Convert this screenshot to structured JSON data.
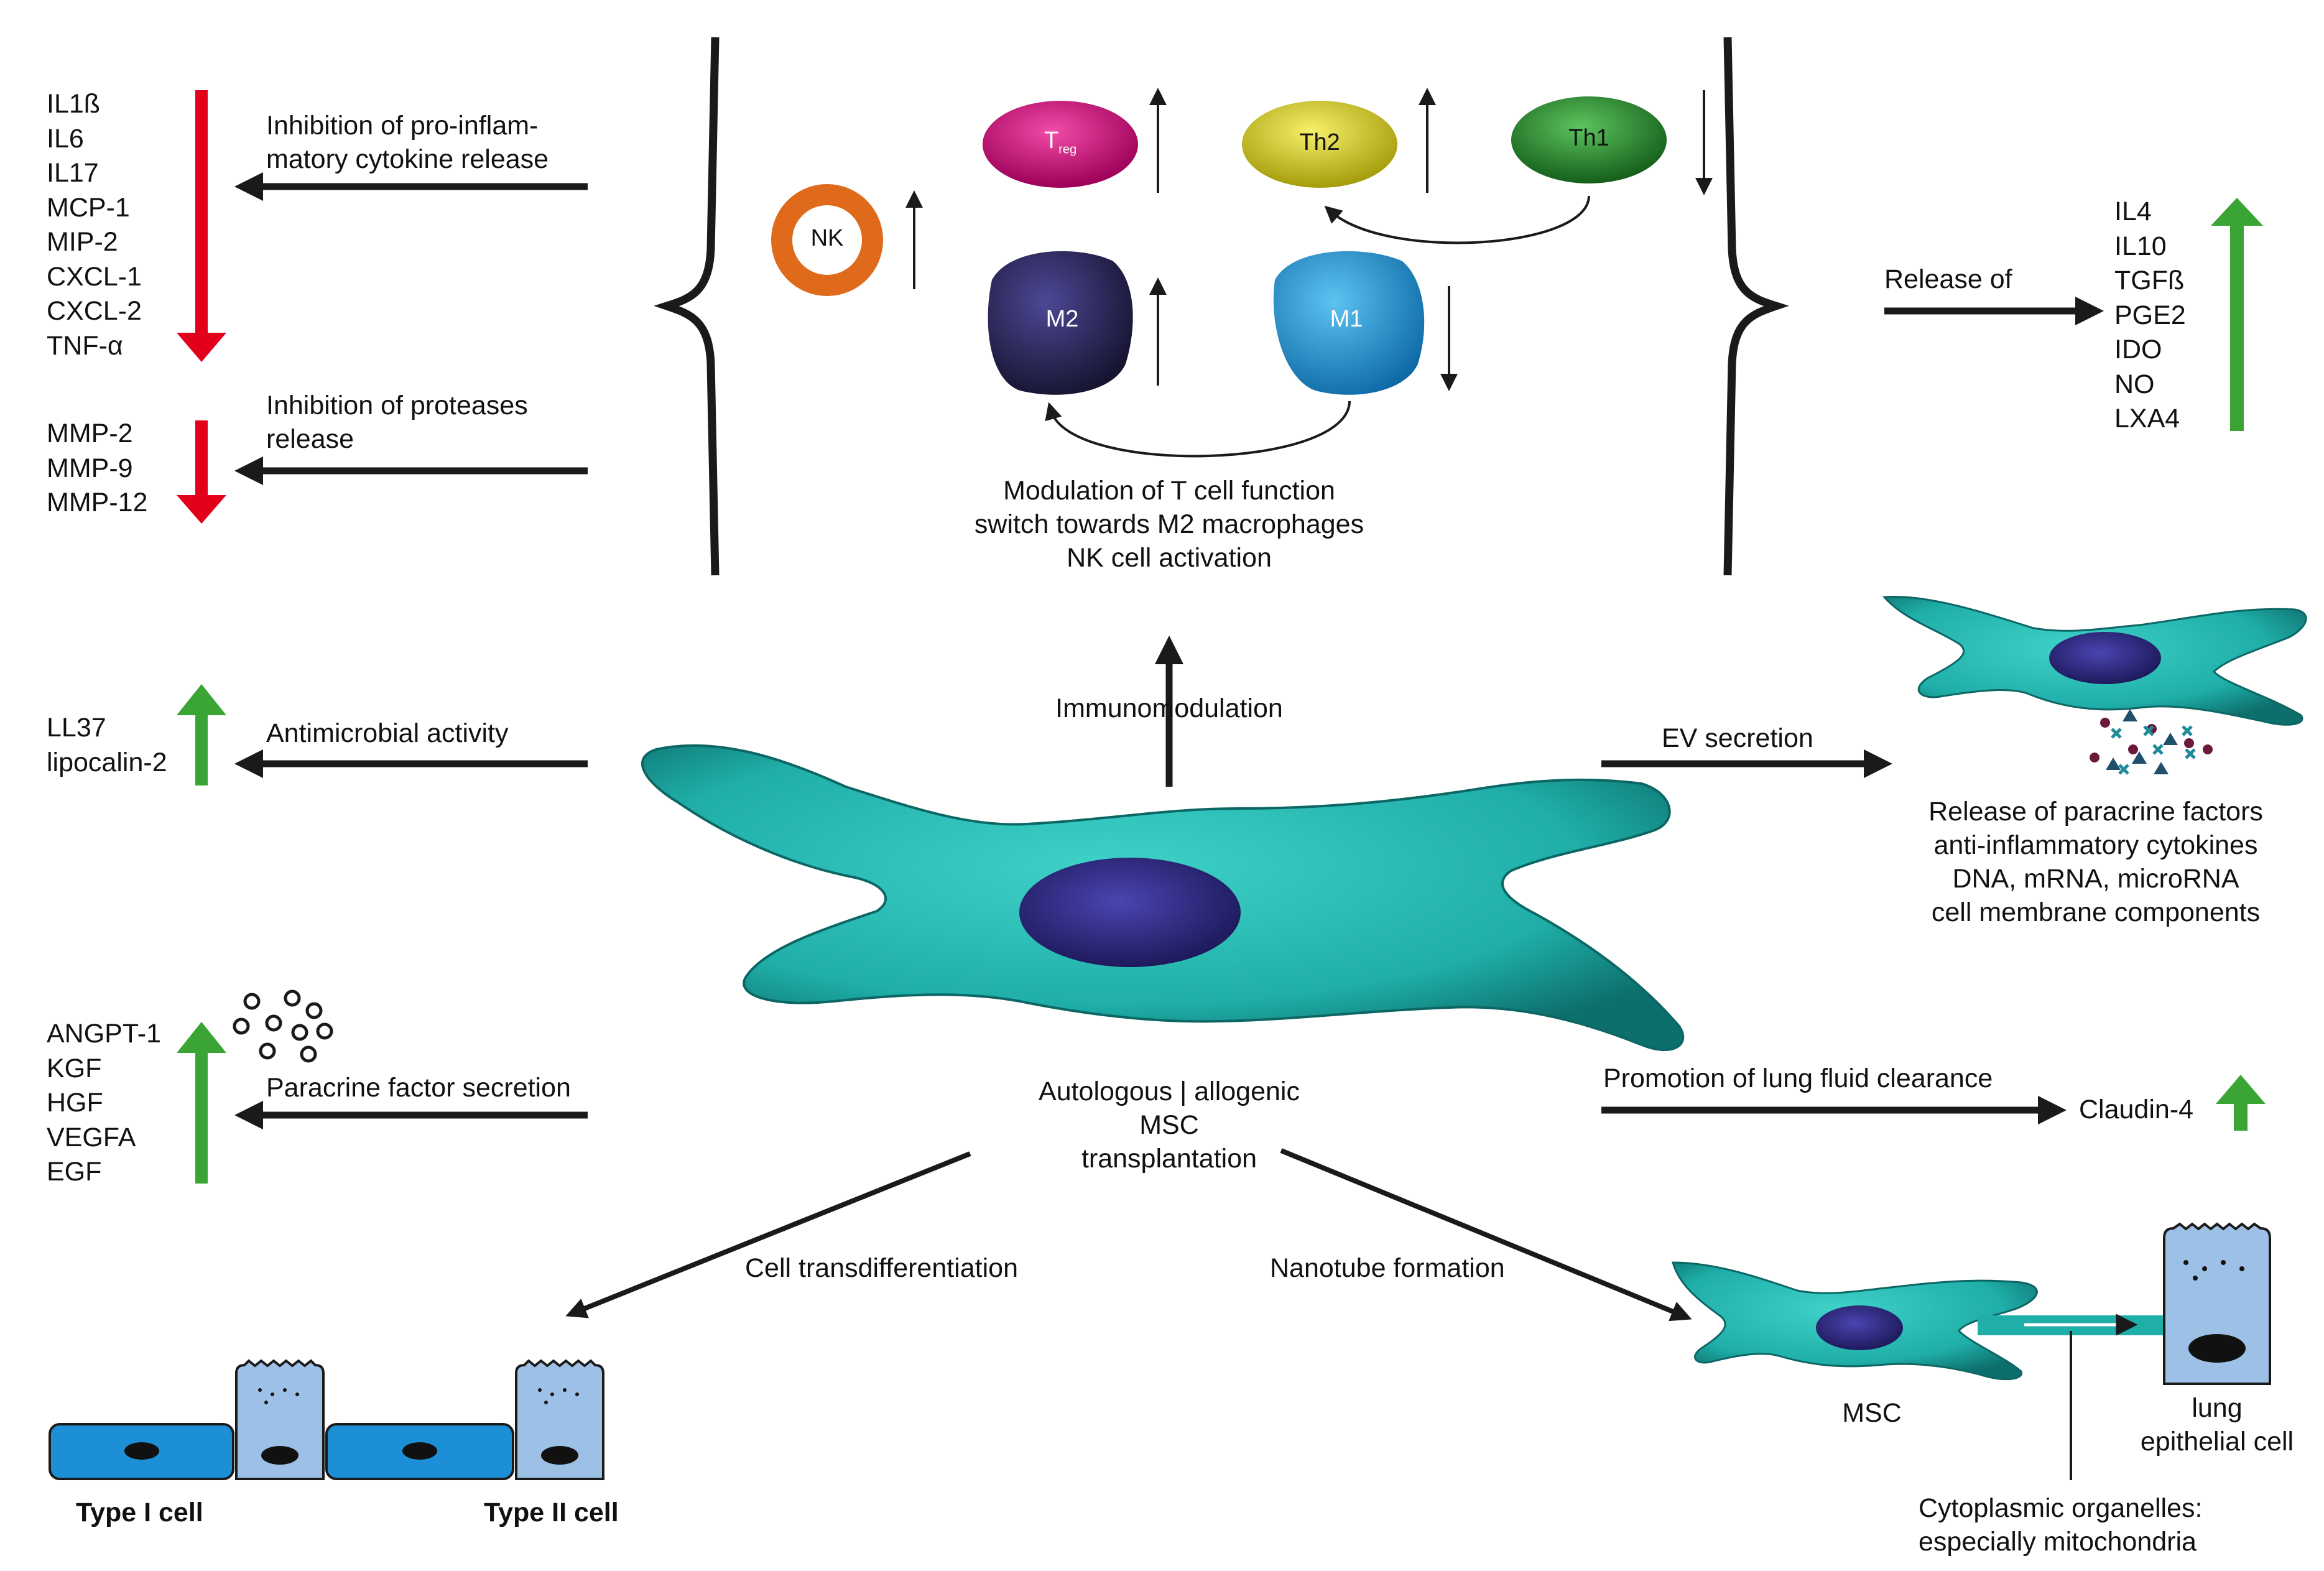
{
  "center": {
    "line1": "Autologous | allogenic",
    "line2": "MSC",
    "line3": "transplantation"
  },
  "immunomodulation": {
    "label": "Immunomodulation",
    "caption_line1": "Modulation of T cell function",
    "caption_line2": "switch towards M2 macrophages",
    "caption_line3": "NK cell activation",
    "cells": {
      "treg": "T",
      "treg_sub": "reg",
      "th2": "Th2",
      "th1": "Th1",
      "nk": "NK",
      "m2": "M2",
      "m1": "M1"
    }
  },
  "left": {
    "cytokine_inhibition_line1": "Inhibition of pro-inflam-",
    "cytokine_inhibition_line2": "matory cytokine release",
    "cytokines": [
      "IL1ß",
      "IL6",
      "IL17",
      "MCP-1",
      "MIP-2",
      "CXCL-1",
      "CXCL-2",
      "TNF-α"
    ],
    "protease_inhibition_line1": "Inhibition of proteases",
    "protease_inhibition_line2": "release",
    "proteases": [
      "MMP-2",
      "MMP-9",
      "MMP-12"
    ],
    "antimicrobial_label": "Antimicrobial activity",
    "antimicrobials": [
      "LL37",
      "lipocalin-2"
    ],
    "paracrine_label": "Paracrine factor secretion",
    "paracrine_factors": [
      "ANGPT-1",
      "KGF",
      "HGF",
      "VEGFA",
      "EGF"
    ]
  },
  "right": {
    "release_label": "Release of",
    "released": [
      "IL4",
      "IL10",
      "TGFß",
      "PGE2",
      "IDO",
      "NO",
      "LXA4"
    ],
    "ev_label": "EV secretion",
    "ev_caption": [
      "Release of paracrine factors",
      "anti-inflammatory cytokines",
      "DNA, mRNA, microRNA",
      "cell membrane components"
    ],
    "fluid_label": "Promotion of lung fluid clearance",
    "claudin": "Claudin-4"
  },
  "bottom": {
    "transdiff_label": "Cell transdifferentiation",
    "type1": "Type I cell",
    "type2": "Type II cell",
    "nanotube_label": "Nanotube formation",
    "msc": "MSC",
    "lung_line1": "lung",
    "lung_line2": "epithelial cell",
    "organelles_line1": "Cytoplasmic organelles:",
    "organelles_line2": "especially mitochondria"
  },
  "colors": {
    "decrease_arrow": "#e3001b",
    "increase_arrow": "#3aa535",
    "msc_body": "#22b3ad",
    "nucleus": "#2e2a7e",
    "treg": "#d6007e",
    "th2": "#e8df1e",
    "th1": "#2a8a2e",
    "nk": "#e06a1c",
    "m2": "#2b2858",
    "m1": "#1f9ddc",
    "type1_cell": "#1c8fd6",
    "type2_cell": "#9cc0e6"
  }
}
